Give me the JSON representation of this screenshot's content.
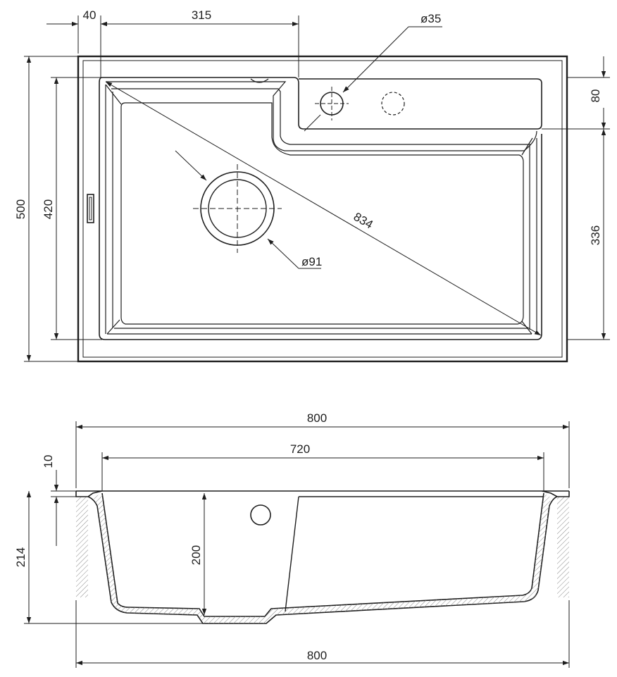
{
  "top_view": {
    "width_offset": "40",
    "bowl_edge_offset": "315",
    "tap_hole_diameter": "ø35",
    "total_depth": "500",
    "bowl_depth": "420",
    "ledge_depth": "80",
    "main_bowl_depth": "336",
    "diagonal": "834",
    "drain_diameter": "ø91"
  },
  "side_view": {
    "overall_width_top": "800",
    "bowl_width": "720",
    "rim_thickness": "10",
    "total_height": "214",
    "bowl_height": "200",
    "overall_width_bottom": "800"
  },
  "colors": {
    "line": "#1e1e1e",
    "hatch": "#8a8a8a",
    "background": "#ffffff"
  }
}
